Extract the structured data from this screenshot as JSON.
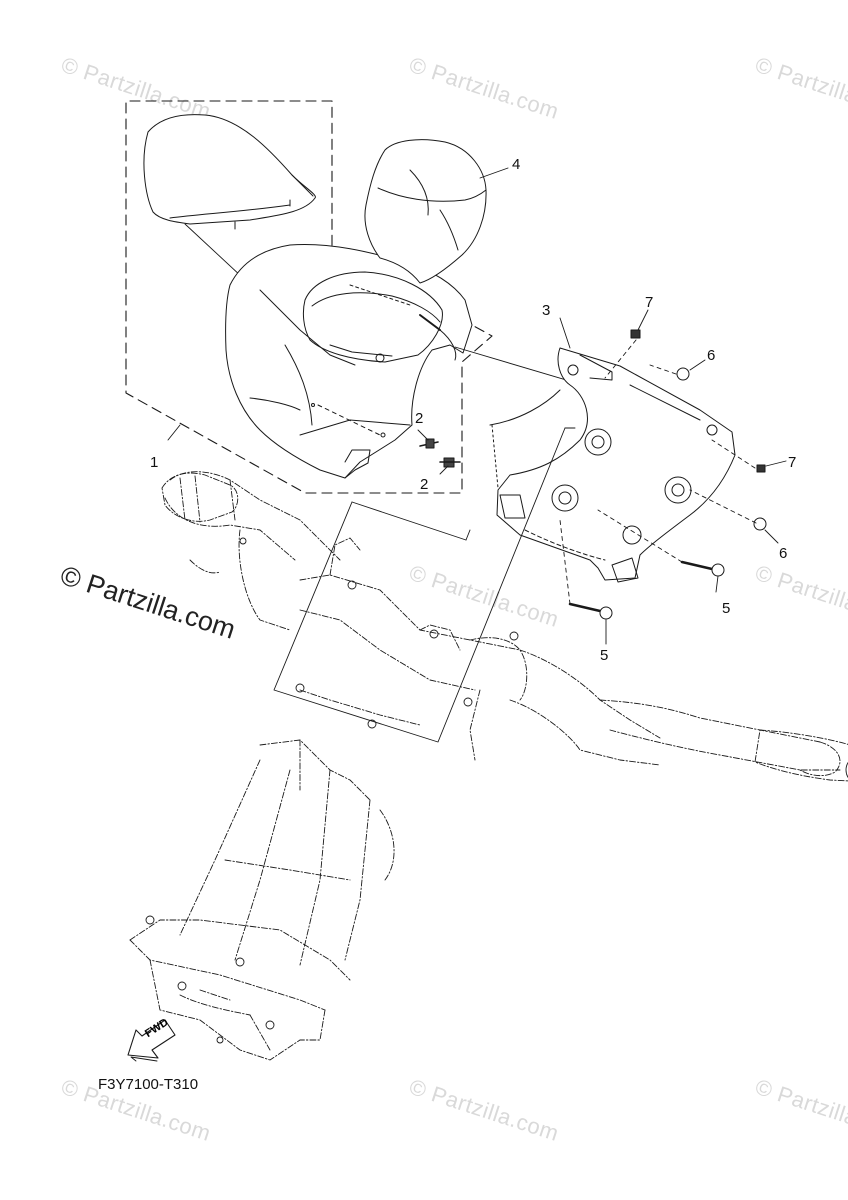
{
  "diagram": {
    "drawing_code": "F3Y7100-T310",
    "direction_label": "FWD",
    "callouts": [
      "1",
      "2",
      "2",
      "3",
      "4",
      "5",
      "5",
      "6",
      "6",
      "7",
      "7"
    ]
  },
  "watermark": {
    "primary": "© Partzilla.com",
    "repeat": "© Partzilla.com"
  }
}
